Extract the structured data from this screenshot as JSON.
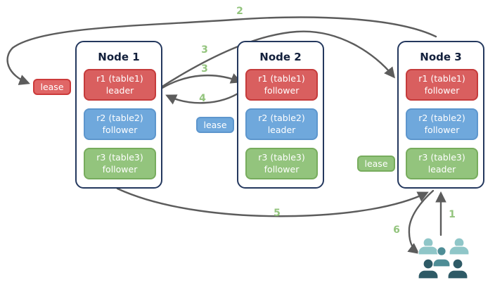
{
  "nodes": [
    {
      "title": "Node 1",
      "replicas": [
        {
          "name": "r1 (table1)",
          "role": "leader",
          "variant": "red"
        },
        {
          "name": "r2 (table2)",
          "role": "follower",
          "variant": "blue"
        },
        {
          "name": "r3 (table3)",
          "role": "follower",
          "variant": "green"
        }
      ]
    },
    {
      "title": "Node 2",
      "replicas": [
        {
          "name": "r1 (table1)",
          "role": "follower",
          "variant": "red"
        },
        {
          "name": "r2 (table2)",
          "role": "leader",
          "variant": "blue"
        },
        {
          "name": "r3 (table3)",
          "role": "follower",
          "variant": "green"
        }
      ]
    },
    {
      "title": "Node 3",
      "replicas": [
        {
          "name": "r1 (table1)",
          "role": "follower",
          "variant": "red"
        },
        {
          "name": "r2 (table2)",
          "role": "follower",
          "variant": "blue"
        },
        {
          "name": "r3 (table3)",
          "role": "leader",
          "variant": "green"
        }
      ]
    }
  ],
  "leases": [
    {
      "label": "lease",
      "variant": "red"
    },
    {
      "label": "lease",
      "variant": "blue"
    },
    {
      "label": "lease",
      "variant": "green"
    }
  ],
  "steps": [
    {
      "label": "2"
    },
    {
      "label": "3"
    },
    {
      "label": "3"
    },
    {
      "label": "4"
    },
    {
      "label": "5"
    },
    {
      "label": "6"
    },
    {
      "label": "1"
    }
  ],
  "icons": {
    "users": "users-group-icon"
  },
  "colors": {
    "replica_red": "#d95f5f",
    "replica_red_border": "#c53b3b",
    "replica_blue": "#6fa8dc",
    "replica_blue_border": "#5d96cd",
    "replica_green": "#93c47d",
    "replica_green_border": "#77ac5d",
    "node_border": "#24385e",
    "arrow": "#5c5c5c",
    "step_label": "#93c47d",
    "people_light": "#8fc6c8",
    "people_mid": "#4e8d96",
    "people_dark": "#2e5a66"
  }
}
